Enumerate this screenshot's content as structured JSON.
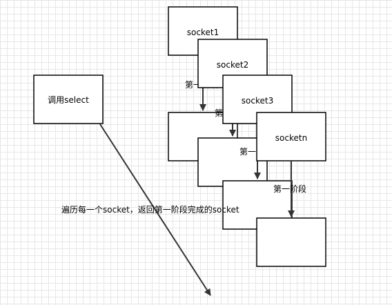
{
  "select_box": {
    "label": "调用select"
  },
  "sockets": [
    {
      "label": "socket1",
      "stage_label": "第一阶段"
    },
    {
      "label": "socket2",
      "stage_label": "第一阶段"
    },
    {
      "label": "socket3",
      "stage_label": "第一阶段"
    },
    {
      "label": "socketn",
      "stage_label": "第一阶段"
    }
  ],
  "traverse_label": "遍历每一个socket，返回第一阶段完成的socket",
  "colors": {
    "box_stroke": "#000000",
    "edge": "#333333",
    "grid": "#e6e6e6",
    "background": "#ffffff"
  }
}
